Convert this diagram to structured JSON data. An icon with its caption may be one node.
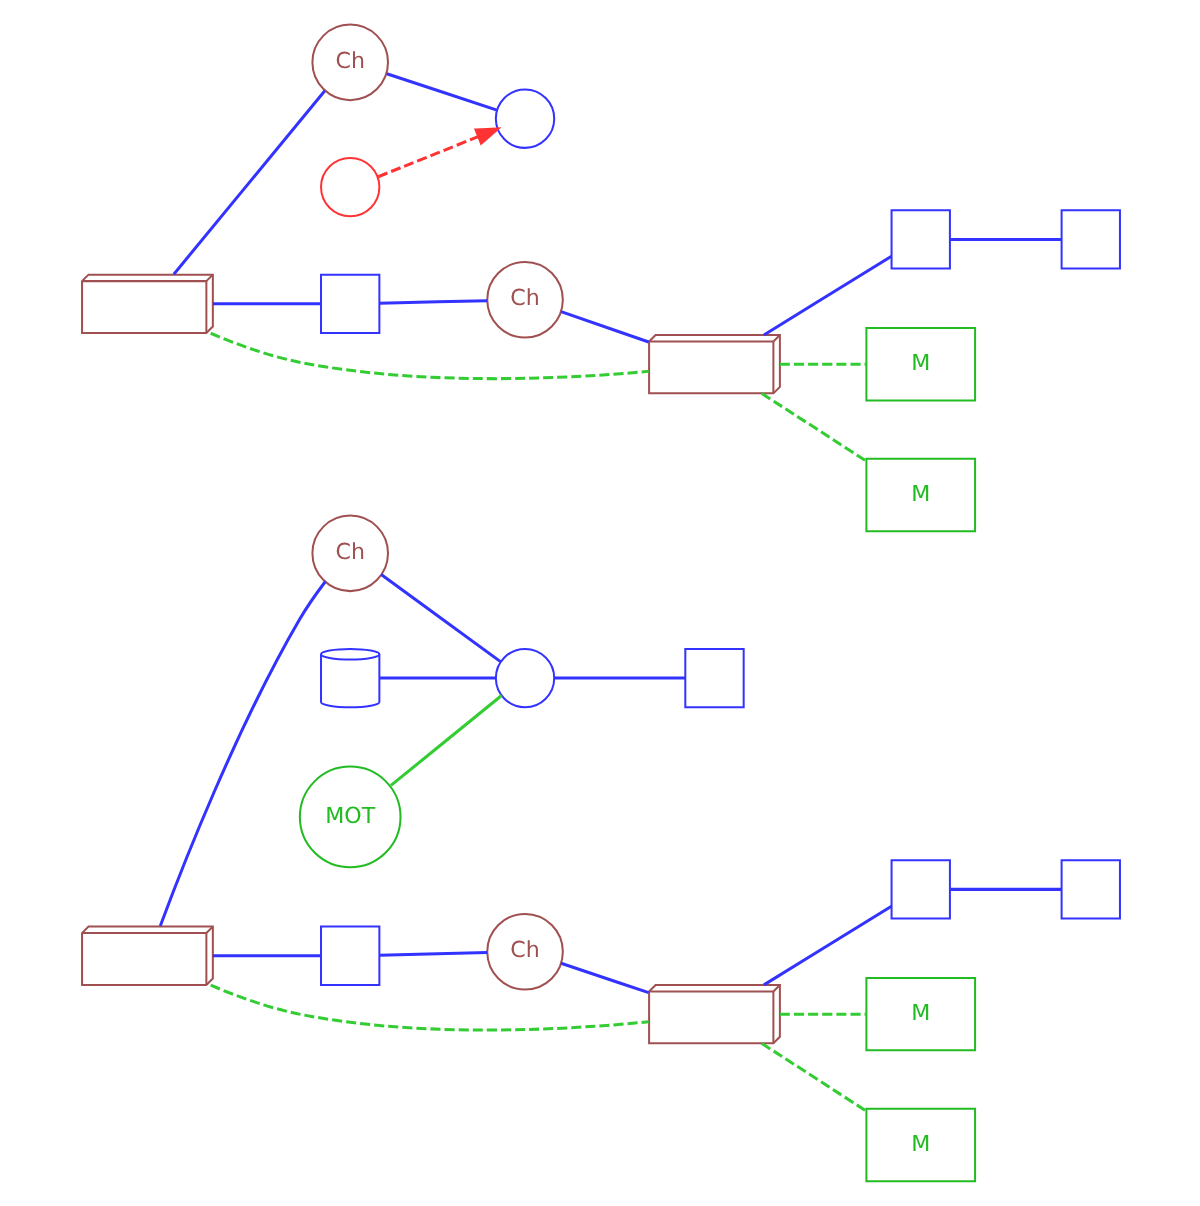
{
  "diagram": {
    "nodes": [
      {
        "text": [],
        "shape": "box"
      },
      {
        "text": [],
        "shape": "cylinder"
      },
      {
        "text": [
          "Ch"
        ]
      },
      {
        "text": [],
        "shape": "circle"
      },
      {
        "text": [
          "MOT"
        ]
      },
      {
        "text": [],
        "shape": "box"
      },
      {
        "text": [],
        "shape": "box"
      },
      {
        "text": [
          "Ch"
        ]
      },
      {
        "text": [],
        "shape": "box"
      },
      {
        "text": [],
        "shape": "box"
      },
      {
        "text": [],
        "shape": "box"
      },
      {
        "text": [
          "M"
        ]
      },
      {
        "text": [
          "M"
        ]
      },
      {
        "text": [],
        "shape": "box"
      },
      {
        "text": [
          "Ch"
        ]
      },
      {
        "text": [],
        "shape": "circle"
      },
      {
        "text": [],
        "shape": "circle"
      },
      {
        "text": [],
        "shape": "box"
      },
      {
        "text": [
          "Ch"
        ]
      },
      {
        "text": [],
        "shape": "box"
      },
      {
        "text": [],
        "shape": "box"
      },
      {
        "text": [],
        "shape": "box"
      },
      {
        "text": [
          "M"
        ]
      },
      {
        "text": [
          "M"
        ]
      }
    ],
    "edges": [
      {
        "from": 0,
        "to": 2,
        "arrow": "none"
      },
      {
        "from": 2,
        "to": 3,
        "arrow": "none"
      },
      {
        "from": 1,
        "to": 3,
        "arrow": "none"
      },
      {
        "from": 4,
        "to": 3,
        "arrow": "none",
        "color": "#33cc33"
      },
      {
        "from": 3,
        "to": 5,
        "arrow": "none"
      },
      {
        "from": 0,
        "to": 6,
        "arrow": "none"
      },
      {
        "from": 6,
        "to": 7,
        "arrow": "none"
      },
      {
        "from": 7,
        "to": 8,
        "arrow": "none"
      },
      {
        "from": 8,
        "to": 9,
        "arrow": "none"
      },
      {
        "from": 9,
        "to": 10,
        "arrow": "none"
      },
      {
        "from": 0,
        "to": 8,
        "arrow": "none",
        "style": "dashed",
        "color": "#33cc33"
      },
      {
        "from": 8,
        "to": 11,
        "arrow": "none",
        "style": "dashed",
        "color": "#33cc33"
      },
      {
        "from": 8,
        "to": 12,
        "arrow": "none",
        "style": "dashed",
        "color": "#33cc33"
      },
      {
        "from": 13,
        "to": 14,
        "arrow": "none"
      },
      {
        "from": 14,
        "to": 15,
        "arrow": "none"
      },
      {
        "from": 16,
        "to": 15,
        "arrow": "to",
        "style": "dashed",
        "color": "#ff3333"
      },
      {
        "from": 13,
        "to": 17,
        "arrow": "none"
      },
      {
        "from": 17,
        "to": 18,
        "arrow": "none"
      },
      {
        "from": 18,
        "to": 19,
        "arrow": "none"
      },
      {
        "from": 19,
        "to": 20,
        "arrow": "none"
      },
      {
        "from": 20,
        "to": 21,
        "arrow": "none"
      },
      {
        "from": 13,
        "to": 19,
        "arrow": "none",
        "style": "dashed",
        "color": "#33cc33"
      },
      {
        "from": 19,
        "to": 22,
        "arrow": "none",
        "style": "dashed",
        "color": "#33cc33"
      },
      {
        "from": 19,
        "to": 23,
        "arrow": "none",
        "style": "dashed",
        "color": "#33cc33"
      }
    ]
  }
}
